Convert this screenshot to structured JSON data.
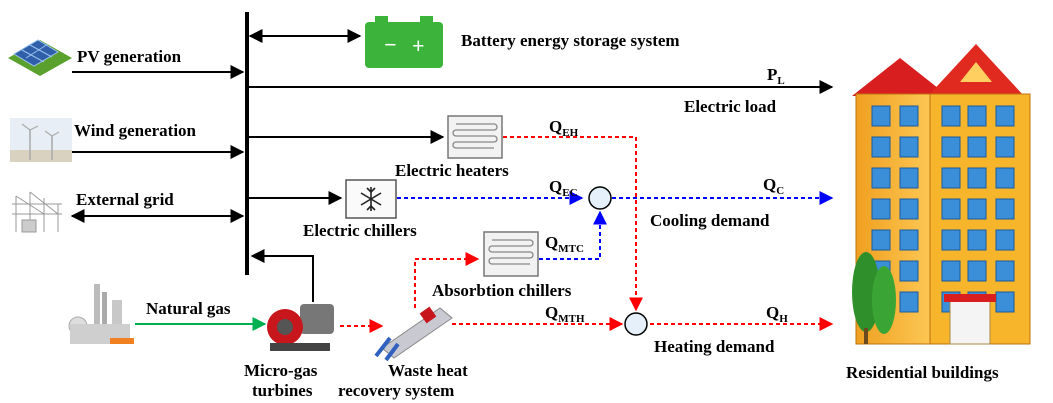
{
  "labels": {
    "pv": "PV generation",
    "wind": "Wind generation",
    "grid": "External grid",
    "battery": "Battery energy storage system",
    "electric_load": "Electric load",
    "electric_heaters": "Electric heaters",
    "electric_chillers": "Electric chillers",
    "absorption_chillers": "Absorbtion chillers",
    "natural_gas": "Natural gas",
    "microgas_line1": "Micro-gas",
    "microgas_line2": "turbines",
    "whr_line1": "Waste heat",
    "whr_line2": "recovery system",
    "cooling_demand": "Cooling demand",
    "heating_demand": "Heating demand",
    "residential": "Residential buildings"
  },
  "flows": {
    "pl": {
      "main": "P",
      "sub": "L"
    },
    "qeh": {
      "main": "Q",
      "sub": "EH"
    },
    "qec": {
      "main": "Q",
      "sub": "EC"
    },
    "qc": {
      "main": "Q",
      "sub": "C"
    },
    "qmtc": {
      "main": "Q",
      "sub": "MTC"
    },
    "qmth": {
      "main": "Q",
      "sub": "MTH"
    },
    "qh": {
      "main": "Q",
      "sub": "H"
    }
  },
  "battery_signs": {
    "minus": "−",
    "plus": "+"
  },
  "icons": {
    "pv": "solar-panel-icon",
    "wind": "wind-turbine-icon",
    "grid": "substation-icon",
    "battery": "battery-icon",
    "heater": "radiator-icon",
    "chiller": "snowflake-icon",
    "absorption": "radiator-icon",
    "gas_plant": "gas-plant-icon",
    "turbine": "generator-icon",
    "whr": "heat-exchanger-icon",
    "building": "building-icon"
  },
  "colors": {
    "electric": "#000000",
    "heat": "#ff0000",
    "cooling": "#0000ff",
    "gas": "#00b050",
    "battery": "#3cb43c"
  }
}
